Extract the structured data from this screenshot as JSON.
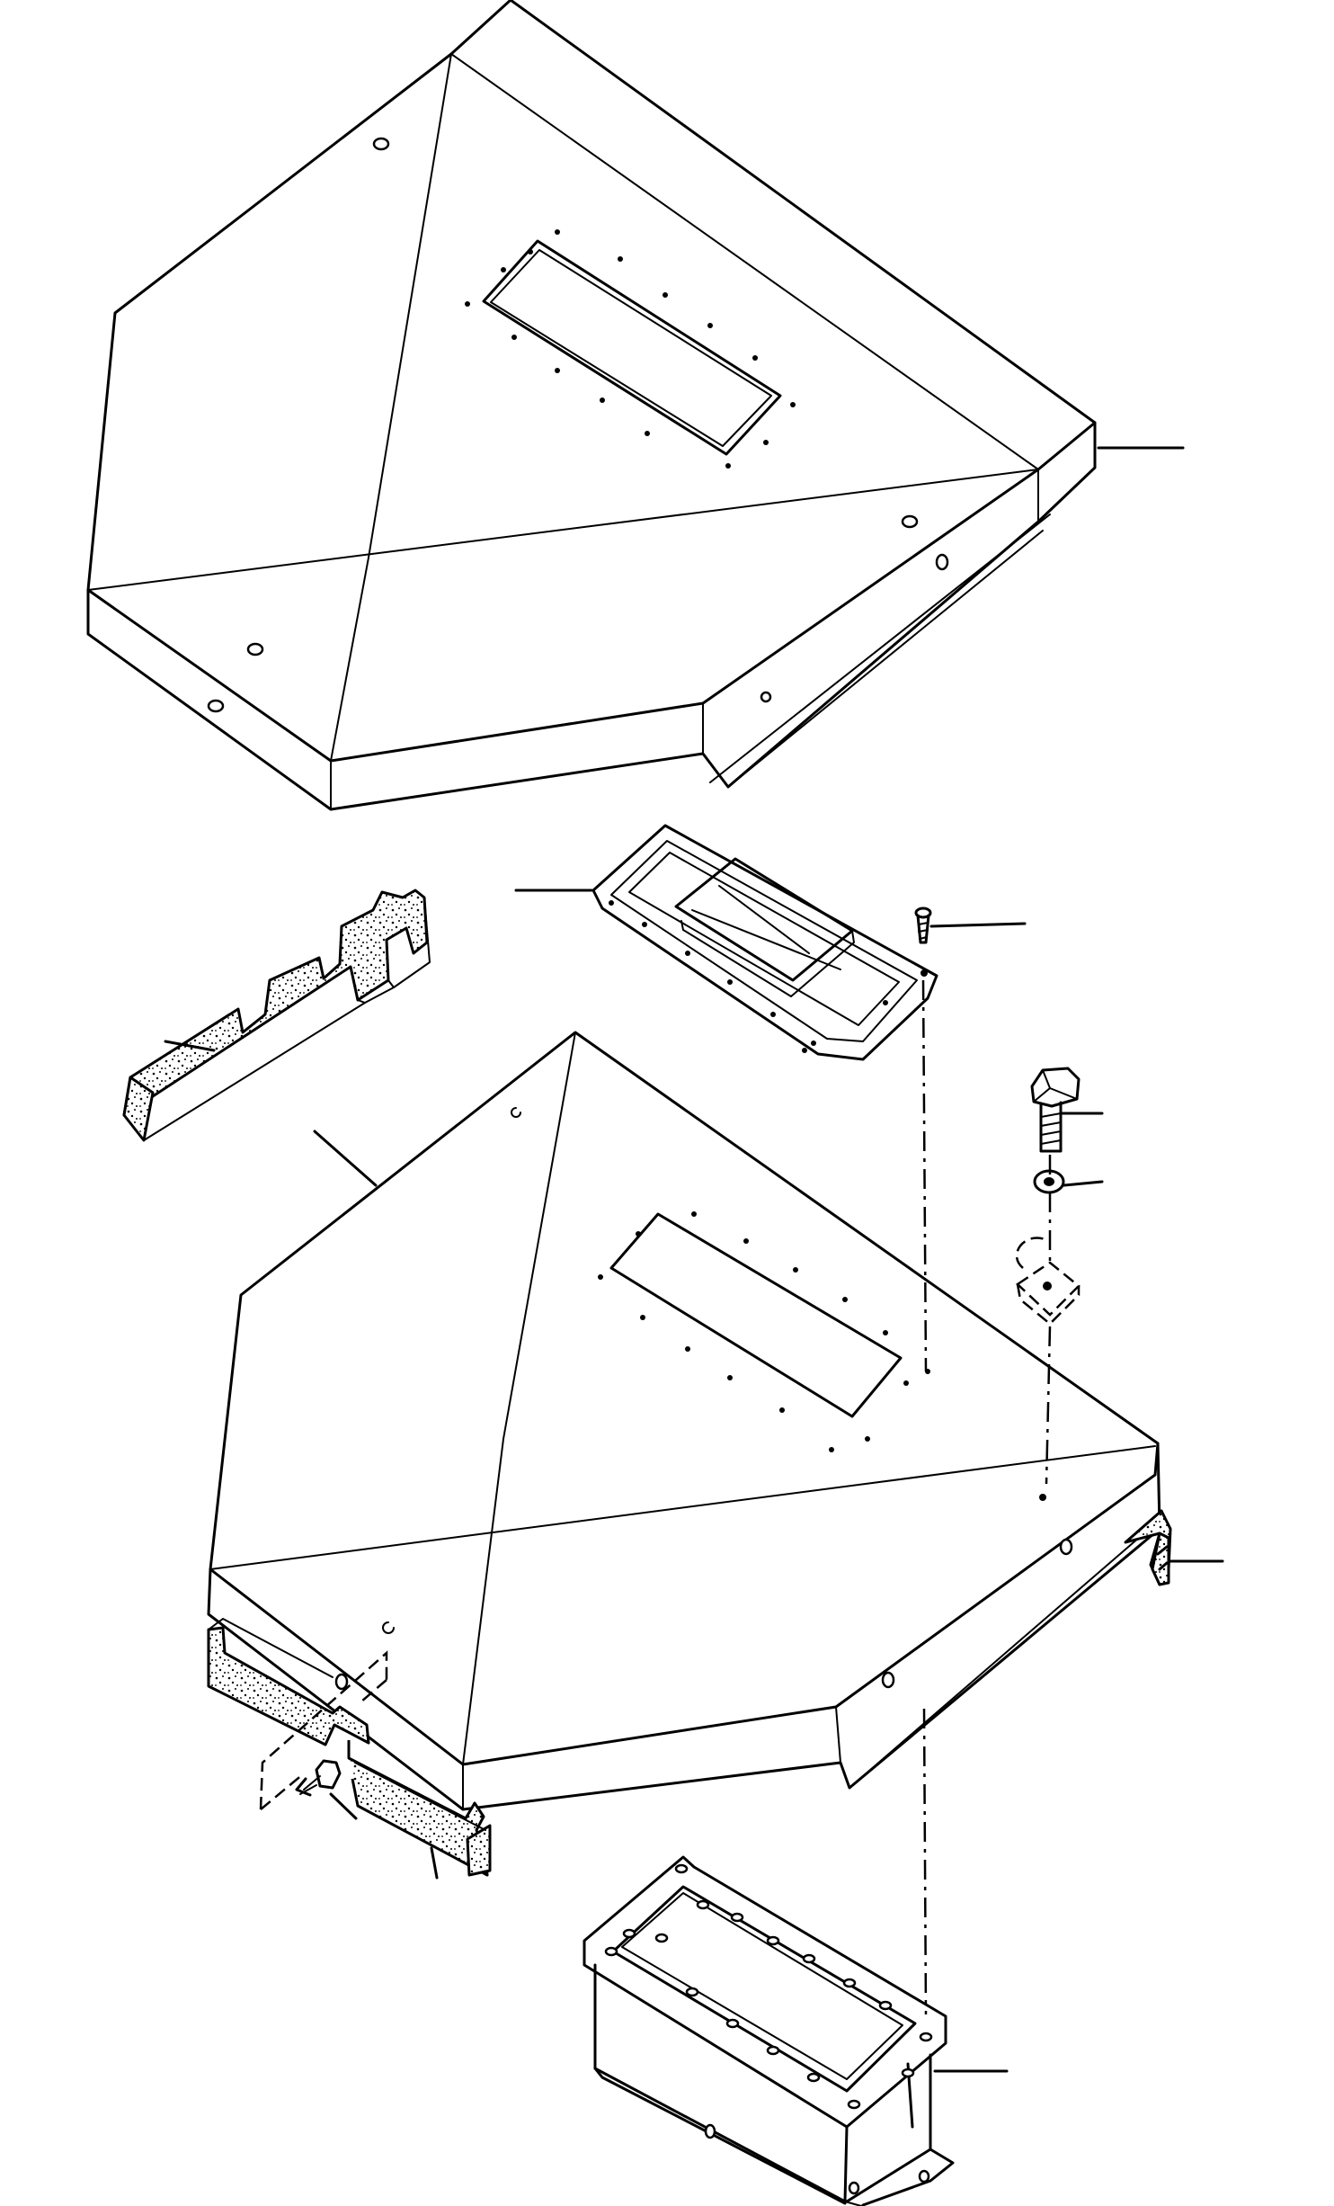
{
  "diagram": {
    "parts": [
      {
        "name": "upper-cover-panel",
        "callout": ""
      },
      {
        "name": "access-panel-gasket-cover",
        "callout": ""
      },
      {
        "name": "screw",
        "callout": ""
      },
      {
        "name": "upper-foam-strip",
        "callout": ""
      },
      {
        "name": "lower-cover-panel",
        "callout": ""
      },
      {
        "name": "bolt",
        "callout": ""
      },
      {
        "name": "washer",
        "callout": ""
      },
      {
        "name": "clip-nut",
        "callout": ""
      },
      {
        "name": "right-foam-block",
        "callout": ""
      },
      {
        "name": "stud",
        "callout": ""
      },
      {
        "name": "lower-foam-strip",
        "callout": ""
      },
      {
        "name": "duct-adapter",
        "callout": ""
      }
    ]
  }
}
